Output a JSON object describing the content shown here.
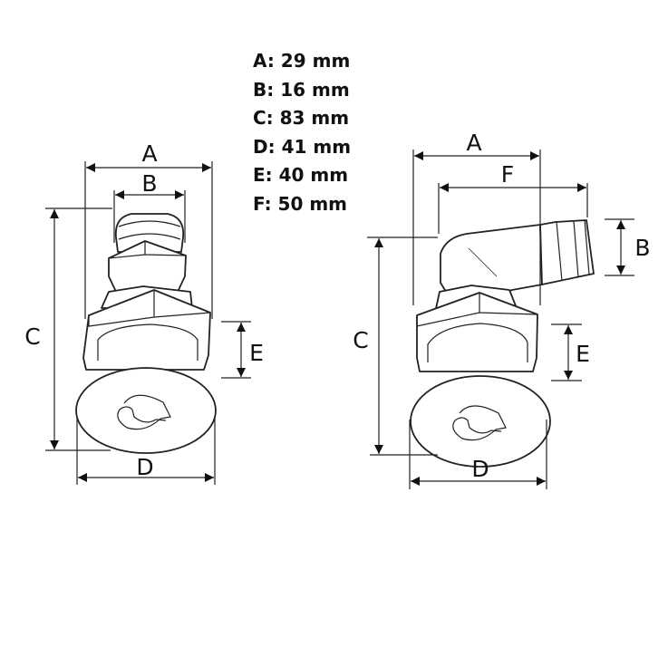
{
  "dimensions": [
    {
      "key": "A",
      "text": "A: 29 mm"
    },
    {
      "key": "B",
      "text": "B: 16 mm"
    },
    {
      "key": "C",
      "text": "C: 83 mm"
    },
    {
      "key": "D",
      "text": "D: 41 mm"
    },
    {
      "key": "E",
      "text": "E: 40 mm"
    },
    {
      "key": "F",
      "text": "F: 50 mm"
    }
  ],
  "straight_fitting": {
    "labels": {
      "A": "A",
      "B": "B",
      "C": "C",
      "D": "D",
      "E": "E"
    }
  },
  "angled_fitting": {
    "labels": {
      "A": "A",
      "F": "F",
      "B": "B",
      "C": "C",
      "D": "D",
      "E": "E"
    }
  }
}
